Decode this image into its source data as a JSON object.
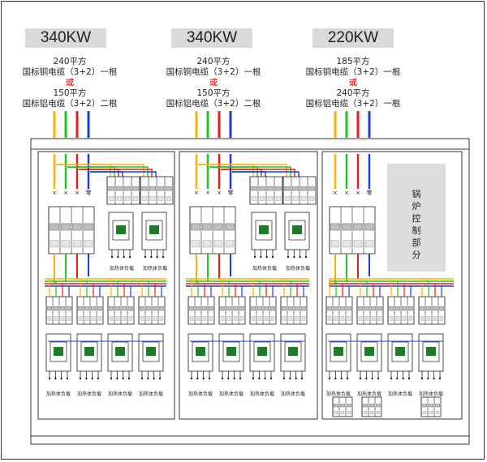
{
  "columns": [
    {
      "power": "340KW",
      "spec_line1": "240平方",
      "spec_line2": "国标铜电缆（3+2）一根",
      "or": "或",
      "spec_line3": "150平方",
      "spec_line4": "国标铝电缆（3+2）二根"
    },
    {
      "power": "340KW",
      "spec_line1": "240平方",
      "spec_line2": "国标铜电缆（3+2）一根",
      "or": "或",
      "spec_line3": "150平方",
      "spec_line4": "国标铝电缆（3+2）二根"
    },
    {
      "power": "220KW",
      "spec_line1": "185平方",
      "spec_line2": "国标铜电缆（3+2）一根",
      "or": "或",
      "spec_line3": "240平方",
      "spec_line4": "国标铝电缆（3+2）一根"
    }
  ],
  "boiler_label": "锅炉控制部分",
  "load_label": "加热体负载",
  "phase_marks": [
    "×",
    "×",
    "×",
    "零"
  ],
  "colors": {
    "phase_a": "#ffb000",
    "phase_b": "#22c322",
    "phase_c": "#e81b1b",
    "neutral": "#1a3fd6",
    "breaker": "#bfbfbf",
    "module": "#1f7a2a"
  }
}
